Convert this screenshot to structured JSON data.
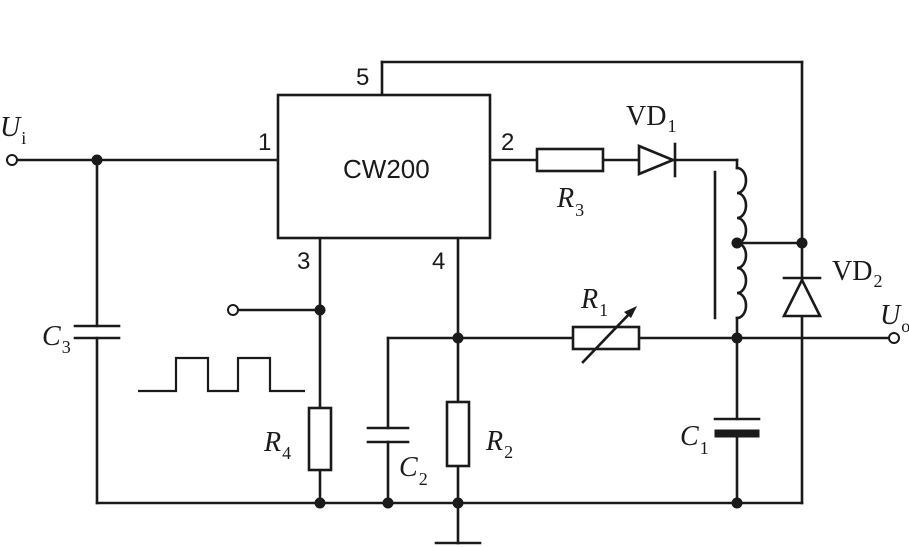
{
  "ic": {
    "name": "CW200",
    "pins": [
      "1",
      "2",
      "3",
      "4",
      "5"
    ]
  },
  "labels": {
    "input": {
      "main": "U",
      "sub": "i"
    },
    "output": {
      "main": "U",
      "sub": "o"
    },
    "R1": {
      "main": "R",
      "sub": "1"
    },
    "R2": {
      "main": "R",
      "sub": "2"
    },
    "R3": {
      "main": "R",
      "sub": "3"
    },
    "R4": {
      "main": "R",
      "sub": "4"
    },
    "C1": {
      "main": "C",
      "sub": "1"
    },
    "C2": {
      "main": "C",
      "sub": "2"
    },
    "C3": {
      "main": "C",
      "sub": "3"
    },
    "VD1": {
      "main": "VD",
      "sub": "1"
    },
    "VD2": {
      "main": "VD",
      "sub": "2"
    }
  }
}
